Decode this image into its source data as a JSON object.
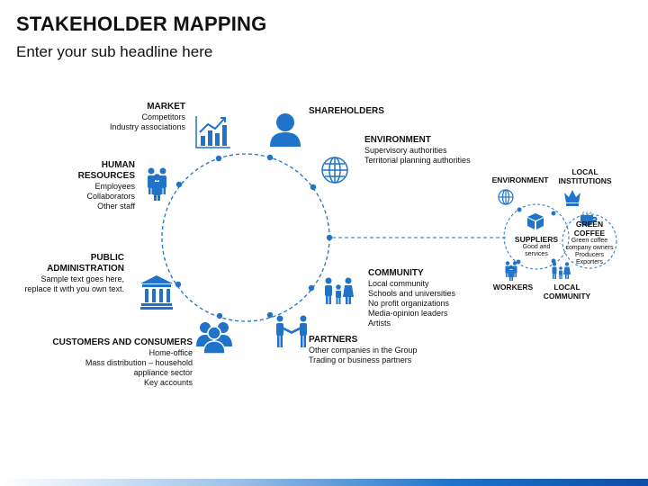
{
  "header": {
    "title": "STAKEHOLDER MAPPING",
    "subtitle": "Enter your sub headline here"
  },
  "colors": {
    "accent": "#1f73c8",
    "dark_accent": "#0b4fa3",
    "text": "#111111"
  },
  "main": {
    "market": {
      "title": "MARKET",
      "body": "Competitors\nIndustry associations",
      "icon": "growth-chart-icon"
    },
    "shareholders": {
      "title": "SHAREHOLDERS",
      "icon": "person-icon"
    },
    "environment": {
      "title": "ENVIRONMENT",
      "body": "Supervisory authorities\nTerritorial planning authorities",
      "icon": "globe-icon"
    },
    "human_resources": {
      "title": "HUMAN\nRESOURCES",
      "body": "Employees\nCollaborators\nOther staff",
      "icon": "people-group-icon"
    },
    "public_administration": {
      "title": "PUBLIC\nADMINISTRATION",
      "body": "Sample text goes here,\nreplace it with you own text.",
      "icon": "government-building-icon"
    },
    "community": {
      "title": "COMMUNITY",
      "body": "Local community\nSchools and universities\nNo profit organizations\nMedia-opinion leaders\nArtists",
      "icon": "family-icon"
    },
    "customers": {
      "title": "CUSTOMERS AND CONSUMERS",
      "body": "Home-office\nMass distribution – household\nappliance sector\nKey accounts",
      "icon": "customers-icon"
    },
    "partners": {
      "title": "PARTNERS",
      "body": "Other companies in the Group\nTrading or business partners",
      "icon": "handshake-icon"
    }
  },
  "mini": {
    "environment": "ENVIRONMENT",
    "local_institutions": "LOCAL\nINSTITUTIONS",
    "suppliers": {
      "title": "SUPPLIERS",
      "body": "Good and\nservices"
    },
    "green_coffee": {
      "title": "GREEN\nCOFFEE",
      "body": "Green coffee\ncompany owners\nProducers\nExporters"
    },
    "workers": "WORKERS",
    "local_community": "LOCAL\nCOMMUNITY"
  }
}
